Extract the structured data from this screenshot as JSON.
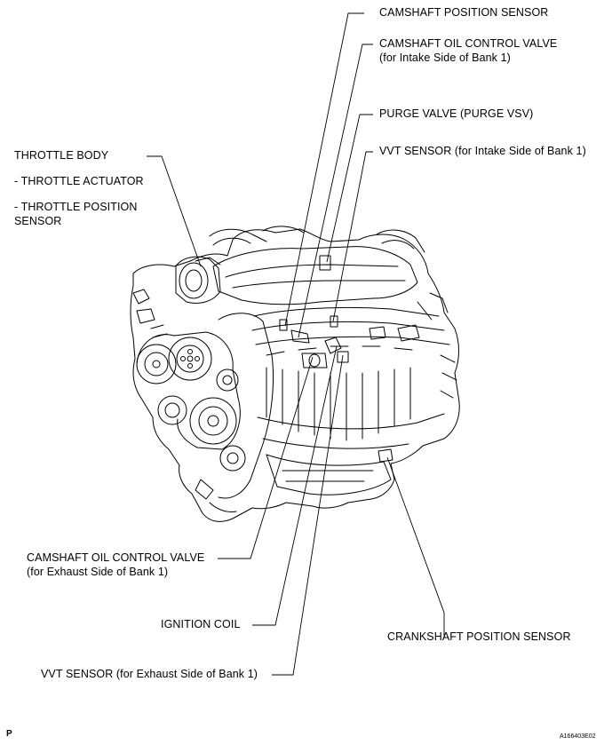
{
  "labels": {
    "camshaft_position_sensor": "CAMSHAFT POSITION SENSOR",
    "camshaft_ocv_intake_1": "CAMSHAFT OIL CONTROL VALVE",
    "camshaft_ocv_intake_2": "(for Intake Side of Bank 1)",
    "purge_valve": "PURGE VALVE (PURGE VSV)",
    "vvt_sensor_intake": "VVT SENSOR (for Intake Side of Bank 1)",
    "throttle_body": "THROTTLE BODY",
    "throttle_actuator": "- THROTTLE ACTUATOR",
    "throttle_position_1": "- THROTTLE POSITION",
    "throttle_position_2": "SENSOR",
    "camshaft_ocv_exhaust_1": "CAMSHAFT OIL CONTROL VALVE",
    "camshaft_ocv_exhaust_2": "(for Exhaust Side of Bank 1)",
    "ignition_coil": "IGNITION COIL",
    "crankshaft_position_sensor": "CRANKSHAFT POSITION SENSOR",
    "vvt_sensor_exhaust": "VVT SENSOR (for Exhaust Side of Bank 1)"
  },
  "footer": {
    "page_mark": "P",
    "figure_code": "A166403E02"
  },
  "icons": [
    "engine-illustration"
  ]
}
